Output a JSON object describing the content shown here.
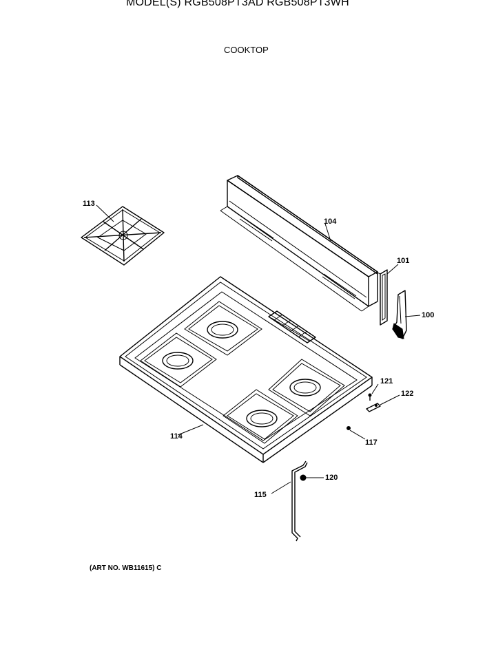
{
  "header": {
    "model_line": "MODEL(S) RGB508PT3AD  RGB508PT3WH"
  },
  "section_title": "COOKTOP",
  "callouts": {
    "grate": "113",
    "backsplash": "104",
    "end_cap_left": "101",
    "end_cap_right": "100",
    "cooktop": "114",
    "screw_121": "121",
    "bracket_122": "122",
    "screw_117": "117",
    "rod_115": "115",
    "clip_120": "120"
  },
  "art_number": "(ART NO. WB11615)  C"
}
